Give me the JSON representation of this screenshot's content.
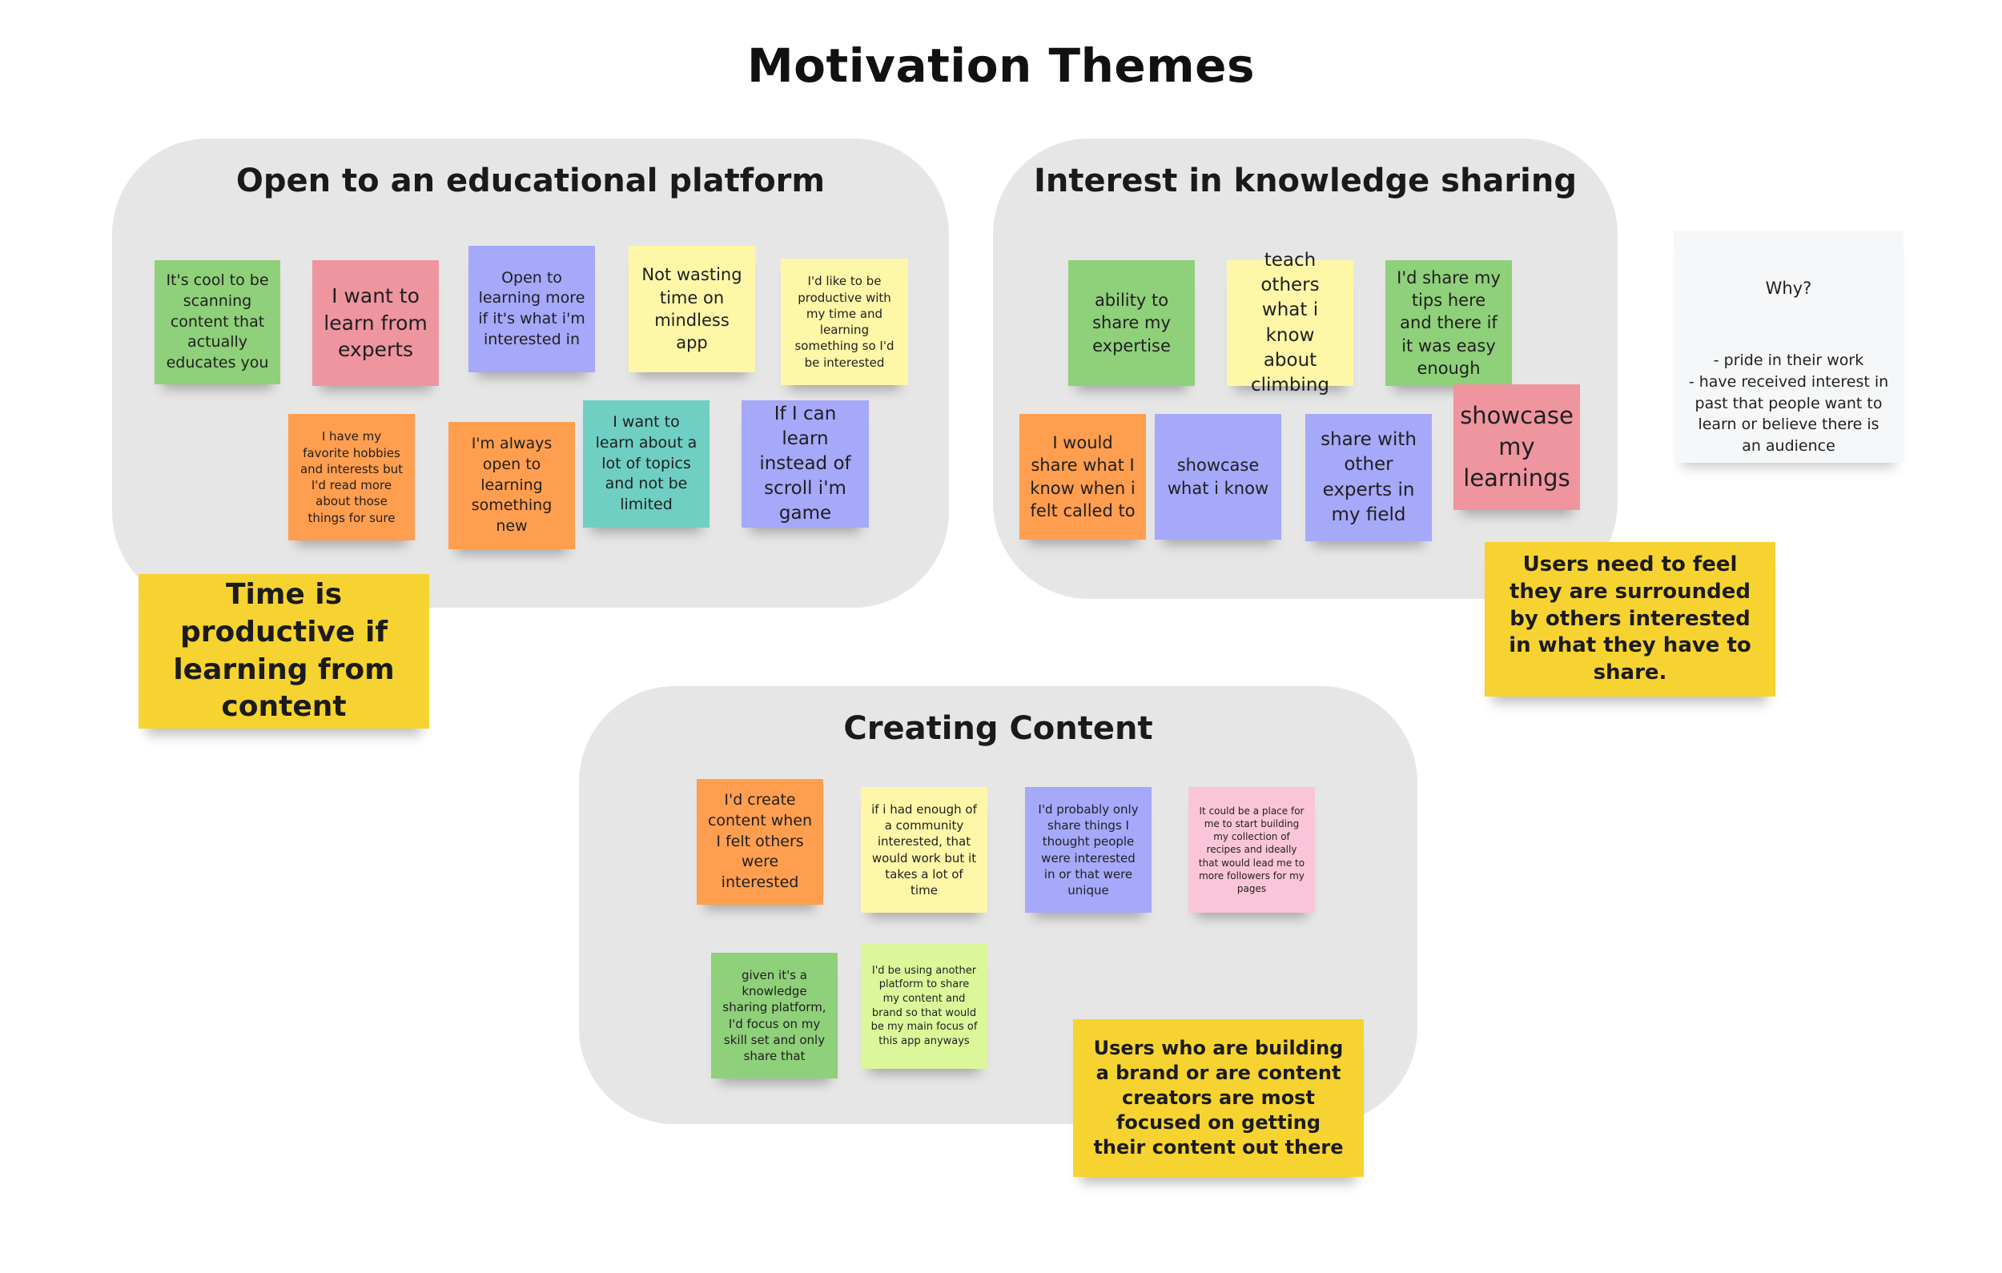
{
  "board": {
    "title": "Motivation Themes"
  },
  "clusters": {
    "educational": {
      "title": "Open to an educational platform",
      "notes": [
        "It's cool to be scanning content that actually educates you",
        "I want to learn from experts",
        "Open to learning more if it's what i'm interested in",
        "Not wasting time on mindless app",
        "I'd like to be productive with my time and learning something so I'd be interested",
        "I have my favorite hobbies and interests but I'd read more about those things for sure",
        "I'm always open to learning something new",
        "I want to learn about a lot of topics and not be limited",
        "If I can learn instead of scroll i'm game"
      ],
      "summary": "Time is productive if learning from content"
    },
    "sharing": {
      "title": "Interest in knowledge sharing",
      "notes": [
        "ability to share my expertise",
        "teach others what i know about climbing",
        "I'd share my tips here and there if it was easy enough",
        "I would share what I know when i felt called to",
        "showcase what i know",
        "share with other experts in my field",
        "showcase my learnings"
      ],
      "summary": "Users need to feel they are surrounded by others interested in what they have to share."
    },
    "creating": {
      "title": "Creating Content",
      "notes": [
        "I'd create content when I felt others were interested",
        "if i had enough of a community interested, that would work but it takes a lot of time",
        "I'd probably only share things I thought people were interested in or that were unique",
        "It could be a place for me to start building my collection of recipes and ideally that would lead me to more followers for my pages",
        "given it's a knowledge sharing platform, I'd focus on my skill set and only share that",
        "I'd be using another platform to share my content and brand so that would be my main focus of this app anyways"
      ],
      "summary": "Users who are building a brand or are content creators are most focused on getting their content out there"
    }
  },
  "why_note": {
    "title": "Why?",
    "lines": [
      "- pride in their work",
      "- have received interest in past that people want to learn or believe there is an audience"
    ]
  },
  "colors": {
    "green": "#8fd07a",
    "pink": "#ee95a0",
    "purple": "#a6a8fa",
    "yellow": "#fff7a8",
    "orange": "#ff9e4f",
    "teal": "#6fcfc3",
    "light_pink": "#fac5d8",
    "light_green": "#dcf79a",
    "summary_yellow": "#f6d330",
    "cluster_bg": "#e6e6e6"
  }
}
